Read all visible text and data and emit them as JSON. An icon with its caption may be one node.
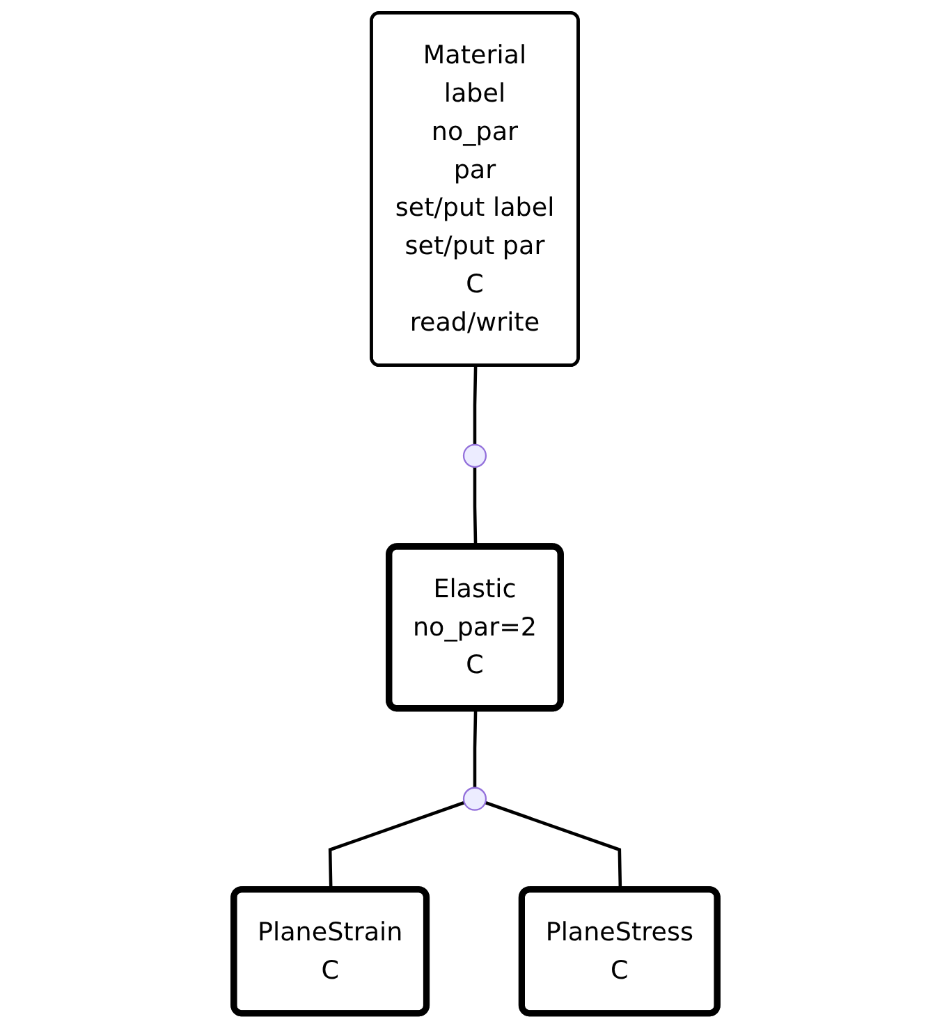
{
  "diagram": {
    "nodes": [
      {
        "text": [
          "Material",
          "label",
          "no_par",
          "par",
          "set/put label",
          "set/put par",
          "C",
          "read/write"
        ]
      },
      {
        "text": [],
        "shape": "semicircle"
      },
      {
        "text": [
          "Elastic",
          "no_par=2",
          "C"
        ]
      },
      {
        "text": [],
        "shape": "semicircle"
      },
      {
        "text": [
          "PlaneStrain",
          "C"
        ]
      },
      {
        "text": [
          "PlaneStress",
          "C"
        ]
      }
    ],
    "edges": [
      {
        "from": 0,
        "to": 1,
        "arrow": "none"
      },
      {
        "from": 1,
        "to": 2,
        "arrow": "none"
      },
      {
        "from": 2,
        "to": 3,
        "arrow": "none"
      },
      {
        "from": 3,
        "to": 4,
        "arrow": "none"
      },
      {
        "from": 3,
        "to": 5,
        "arrow": "none"
      }
    ]
  }
}
